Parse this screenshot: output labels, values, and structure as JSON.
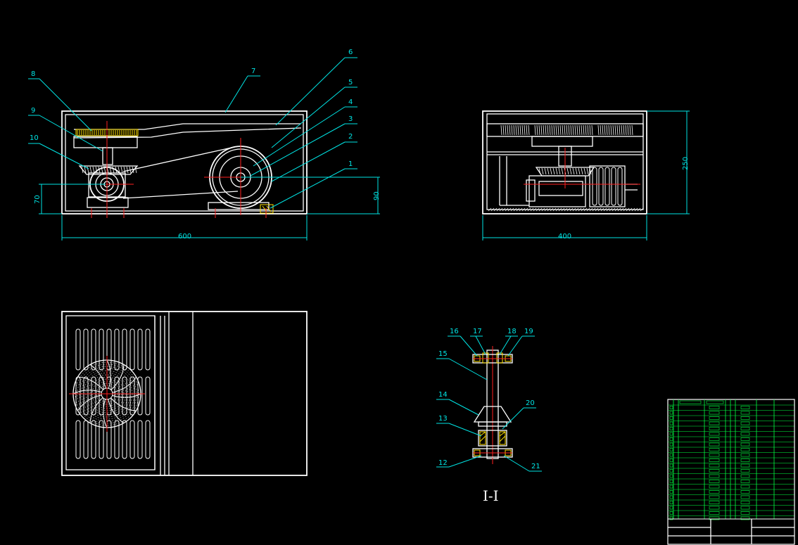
{
  "front_view": {
    "part_labels": [
      "8",
      "9",
      "10",
      "7",
      "6",
      "5",
      "4",
      "3",
      "2",
      "1"
    ],
    "dim_width": "600",
    "dim_left_height": "70",
    "dim_right_height": "90"
  },
  "side_view": {
    "dim_width": "400",
    "dim_height": "250"
  },
  "section_view": {
    "part_labels": [
      "16",
      "17",
      "18",
      "19",
      "15",
      "14",
      "20",
      "13",
      "12",
      "21"
    ],
    "section_label": "I-I"
  },
  "colors": {
    "background": "#000000",
    "outline": "#ffffff",
    "dimension": "#00e5e5",
    "centerline": "#ff2020",
    "hatch": "#ffe000",
    "title_block": "#00ff40"
  }
}
